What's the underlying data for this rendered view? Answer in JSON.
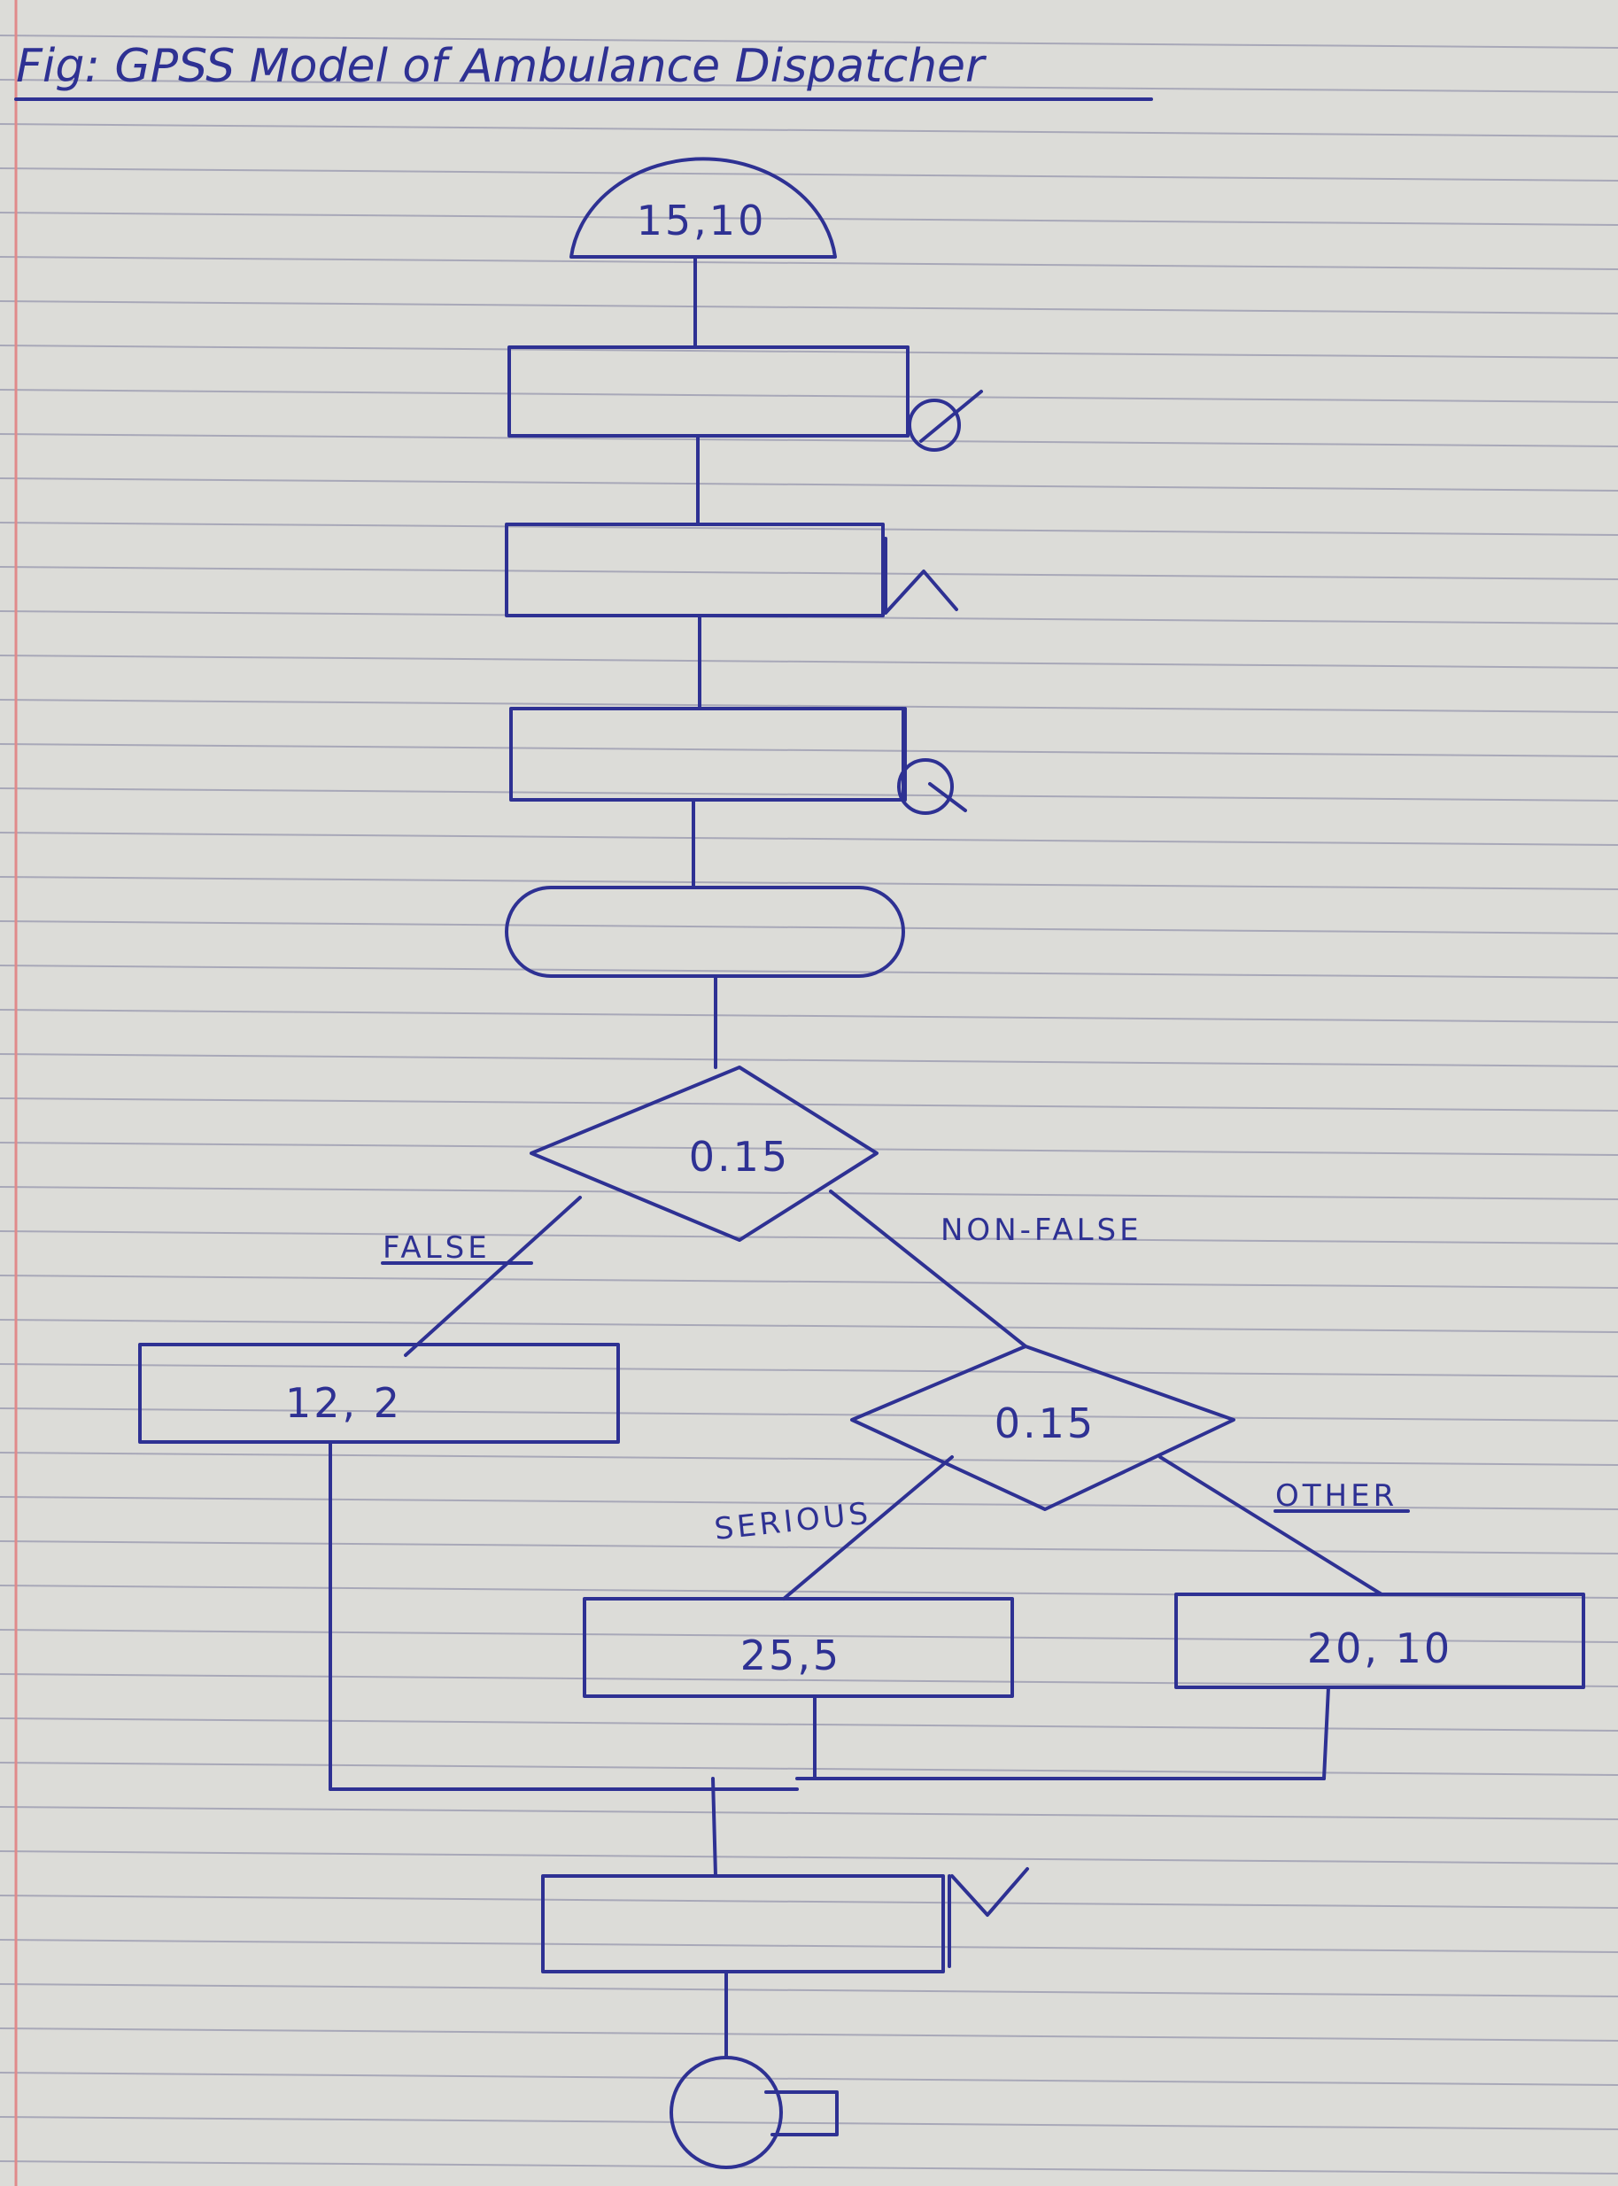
{
  "title": "Fig: GPSS Model of Ambulance Dispatcher",
  "colors": {
    "ink": "#2e3193",
    "paper": "#dcdcd8",
    "rule": "#a8a8b8",
    "margin": "#e08a8a"
  },
  "generate": {
    "operands": "15,10"
  },
  "queue_symbol": {
    "icon": "queue-circle-icon"
  },
  "seize_symbol": {
    "icon": "seize-caret-icon"
  },
  "depart_symbol": {
    "icon": "depart-q-icon"
  },
  "transfer_false": {
    "probability": "0.15",
    "true_label": "FALSE",
    "false_label": "NON-FALSE"
  },
  "advance_false": {
    "operands": "12, 2"
  },
  "transfer_serious": {
    "probability": "0.15",
    "left_label": "SERIOUS",
    "right_label": "OTHER"
  },
  "advance_serious": {
    "operands": "25,5"
  },
  "advance_other": {
    "operands": "20, 10"
  },
  "release_symbol": {
    "icon": "release-v-icon"
  },
  "terminate": {
    "icon": "terminate-icon"
  }
}
